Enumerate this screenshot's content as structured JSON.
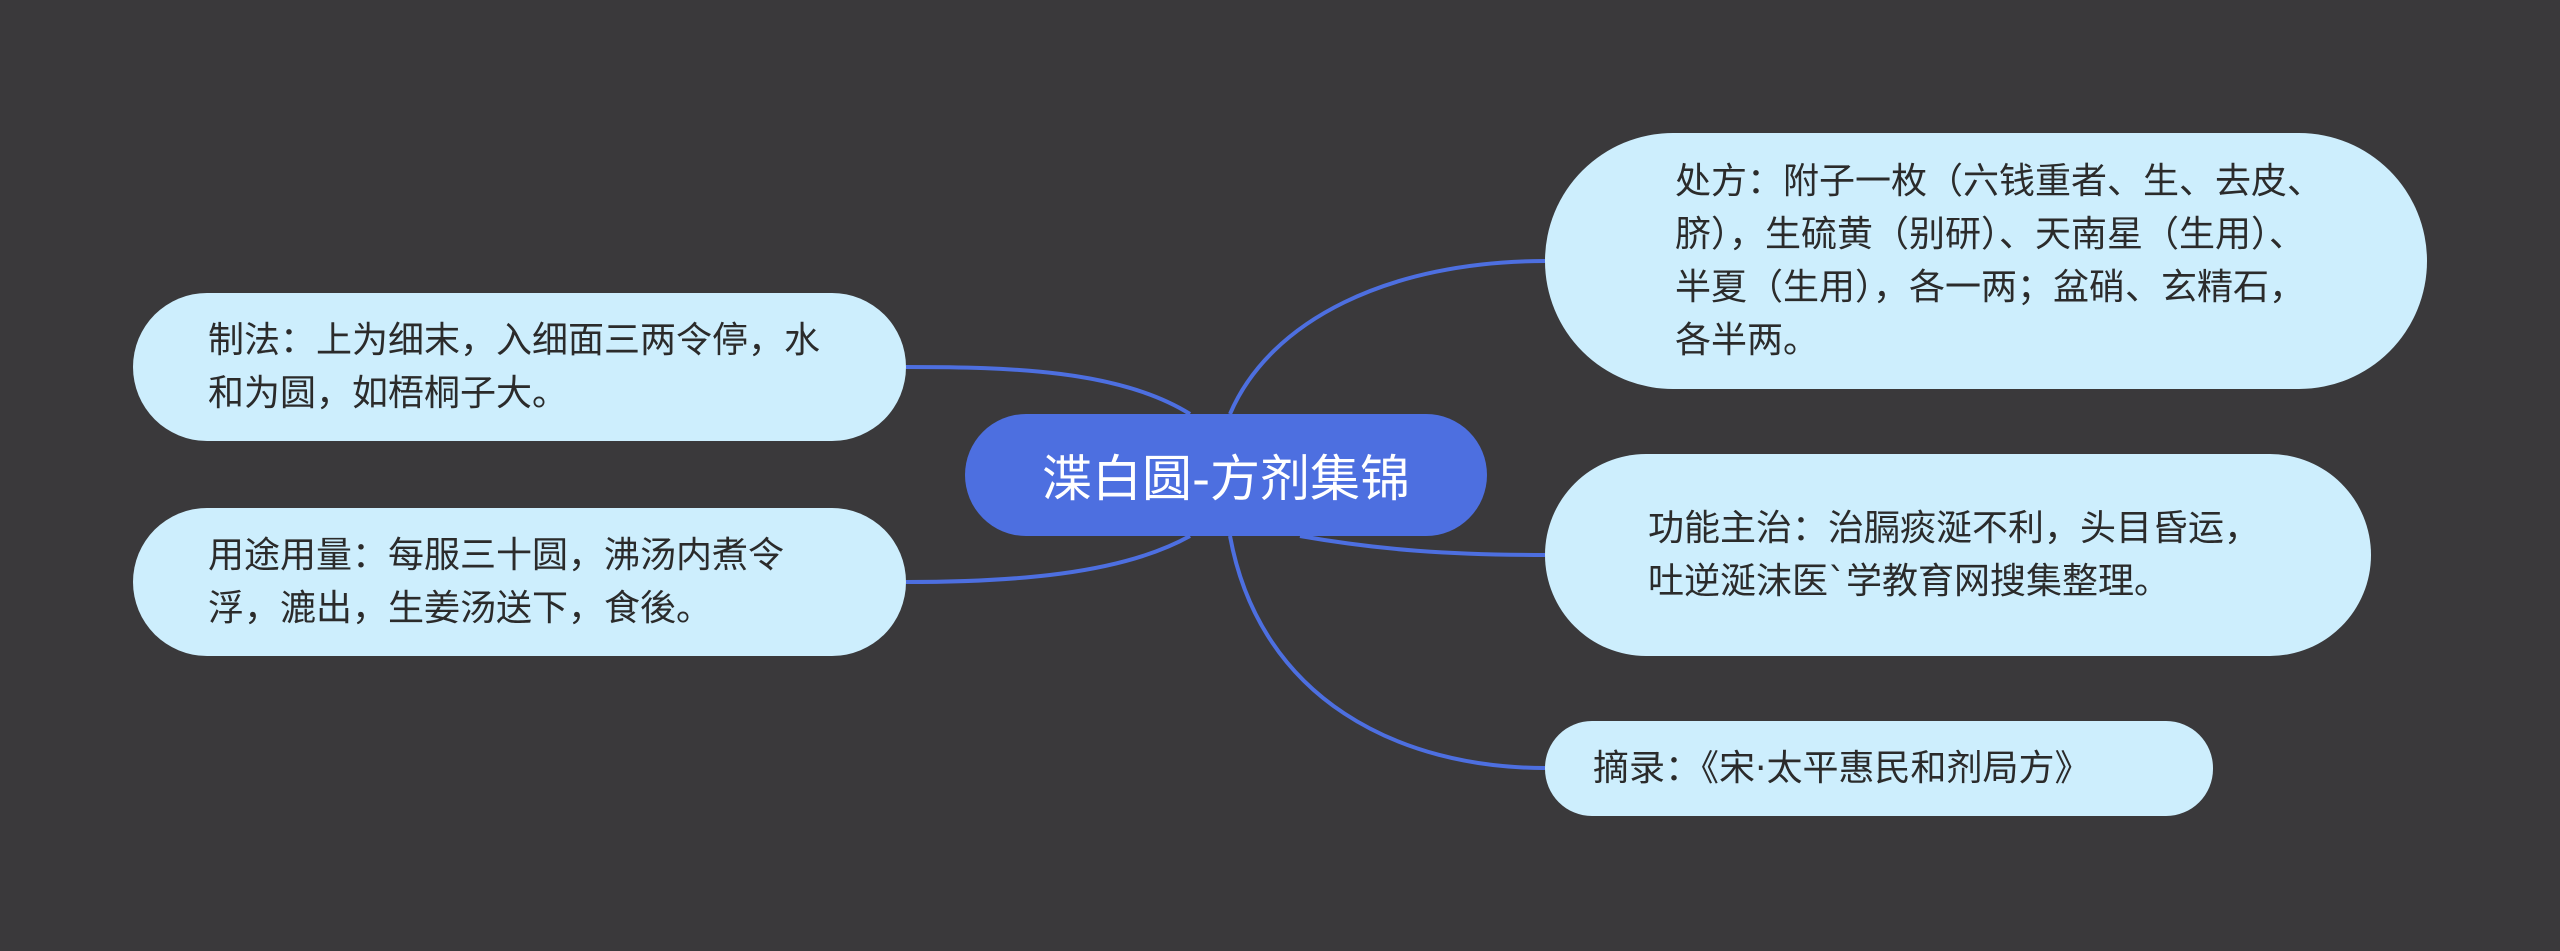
{
  "root": {
    "label": "渫白圆-方剂集锦"
  },
  "branches": {
    "method": "制法：上为细末，入细面三两令停，水和为圆，如梧桐子大。",
    "usage": "用途用量：每服三十圆，沸汤内煮令浮，漉出，生姜汤送下，食後。",
    "recipe": "处方：附子一枚（六钱重者、生、去皮、脐），生硫黄（别研）、天南星（生用）、半夏（生用），各一两；盆硝、玄精石，各半两。",
    "function": "功能主治：治膈痰涎不利，头目昏运，吐逆涎沫医`学教育网搜集整理。",
    "source": "摘录：《宋·太平惠民和剂局方》"
  },
  "colors": {
    "background": "#3a393b",
    "root_fill": "#4d6fe0",
    "node_fill": "#cdeefd",
    "link_stroke": "#4d6fe0"
  }
}
